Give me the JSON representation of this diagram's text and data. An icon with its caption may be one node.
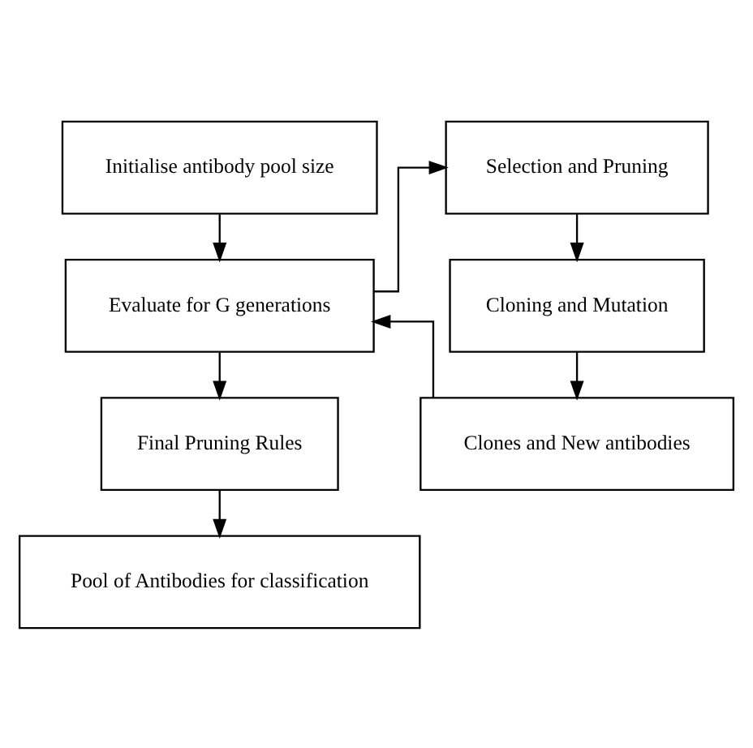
{
  "diagram": {
    "nodes": [
      {
        "text": [
          "Initialise antibody pool size"
        ]
      },
      {
        "text": [
          "Evaluate for G generations"
        ]
      },
      {
        "text": [
          "Final Pruning Rules"
        ]
      },
      {
        "text": [
          "Pool of Antibodies for classification"
        ]
      },
      {
        "text": [
          "Selection and Pruning"
        ]
      },
      {
        "text": [
          "Cloning and Mutation"
        ]
      },
      {
        "text": [
          "Clones and New antibodies"
        ]
      }
    ],
    "edges": [
      {
        "from": 0,
        "to": 1,
        "arrow": "to"
      },
      {
        "from": 1,
        "to": 2,
        "arrow": "to"
      },
      {
        "from": 2,
        "to": 3,
        "arrow": "to"
      },
      {
        "from": 1,
        "to": 4,
        "arrow": "to"
      },
      {
        "from": 4,
        "to": 5,
        "arrow": "to"
      },
      {
        "from": 5,
        "to": 6,
        "arrow": "to"
      },
      {
        "from": 6,
        "to": 1,
        "arrow": "to"
      }
    ]
  }
}
